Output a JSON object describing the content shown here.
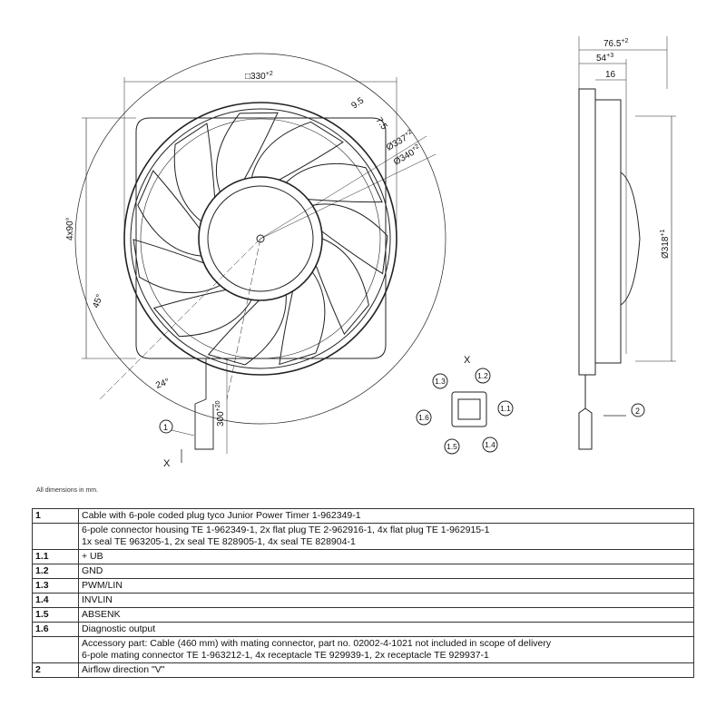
{
  "drawing": {
    "front": {
      "width": "□330",
      "width_tol": "+2",
      "d337": "Ø337",
      "d337_tol": "+2",
      "d340": "Ø340",
      "d340_tol": "+2",
      "dim_9_5": "9.5",
      "dim_7_5": "7.5",
      "angle_4x90": "4x90°",
      "angle_45": "45°",
      "angle_24": "24°",
      "cable_len": "300",
      "cable_tol": "+20",
      "view_x": "X",
      "callout_1": "1"
    },
    "side": {
      "depth": "76.5",
      "depth_tol": "+2",
      "d54": "54",
      "d54_tol": "+3",
      "d16": "16",
      "d318": "Ø318",
      "d318_tol": "+1",
      "callout_2": "2"
    },
    "connector": {
      "view_x": "X",
      "pins": [
        "1.1",
        "1.2",
        "1.3",
        "1.4",
        "1.5",
        "1.6"
      ]
    }
  },
  "note": "All dimensions in mm.",
  "table": [
    {
      "key": "1",
      "lines": [
        "Cable with 6-pole coded plug tyco Junior Power Timer 1-962349-1"
      ]
    },
    {
      "key": "",
      "lines": [
        "6-pole connector housing TE 1-962349-1, 2x flat plug TE 2-962916-1, 4x flat plug TE 1-962915-1",
        "1x seal TE 963205-1, 2x seal TE 828905-1, 4x seal TE 828904-1"
      ]
    },
    {
      "key": "1.1",
      "lines": [
        "+ UB"
      ]
    },
    {
      "key": "1.2",
      "lines": [
        "GND"
      ]
    },
    {
      "key": "1.3",
      "lines": [
        "PWM/LIN"
      ]
    },
    {
      "key": "1.4",
      "lines": [
        "INVLIN"
      ]
    },
    {
      "key": "1.5",
      "lines": [
        "ABSENK"
      ]
    },
    {
      "key": "1.6",
      "lines": [
        "Diagnostic output"
      ]
    },
    {
      "key": "",
      "lines": [
        "Accessory part: Cable (460 mm) with mating connector, part no. 02002-4-1021 not included in scope of delivery",
        "6-pole mating connector TE 1-963212-1, 4x receptacle TE 929939-1, 2x receptacle TE 929937-1"
      ]
    },
    {
      "key": "2",
      "lines": [
        "Airflow direction \"V\""
      ]
    }
  ]
}
